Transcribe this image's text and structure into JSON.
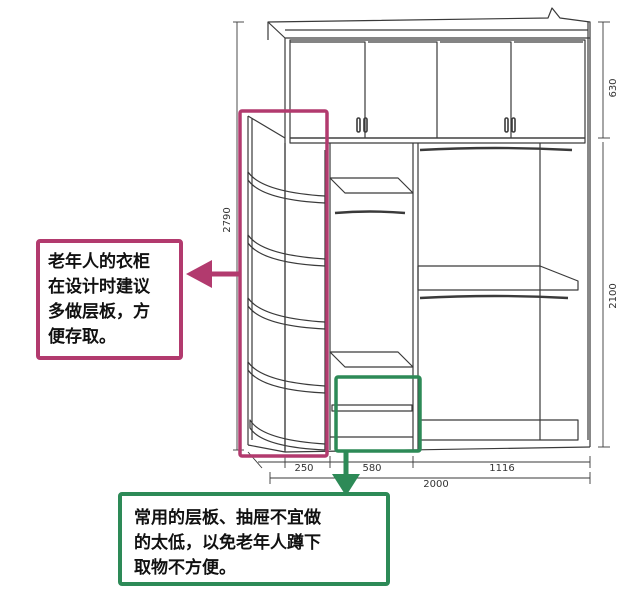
{
  "dimensions": {
    "upper_cabinet_height": "630",
    "total_height": "2790",
    "lower_height": "2100",
    "side_shelf_width": "250",
    "middle_width": "580",
    "right_width": "1116",
    "total_width": "2000"
  },
  "callouts": {
    "elderly": {
      "lines": [
        "老年人的衣柜",
        "在设计时建议",
        "多做层板，方",
        "便存取。"
      ],
      "color": "#b23a6e"
    },
    "shelf_height": {
      "lines": [
        "常用的层板、抽屉不宜做",
        "的太低，以免老年人蹲下",
        "取物不方便。"
      ],
      "color": "#2d8a57"
    }
  }
}
